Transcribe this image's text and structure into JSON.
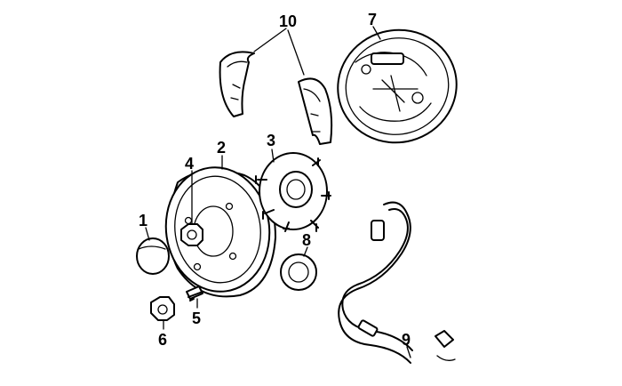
{
  "colors": {
    "line": "#000000",
    "background": "#ffffff"
  },
  "parts": [
    {
      "id": "1",
      "label": "1"
    },
    {
      "id": "2",
      "label": "2"
    },
    {
      "id": "3",
      "label": "3"
    },
    {
      "id": "4",
      "label": "4"
    },
    {
      "id": "5",
      "label": "5"
    },
    {
      "id": "6",
      "label": "6"
    },
    {
      "id": "7",
      "label": "7"
    },
    {
      "id": "8",
      "label": "8"
    },
    {
      "id": "9",
      "label": "9"
    },
    {
      "id": "10",
      "label": "10"
    }
  ]
}
